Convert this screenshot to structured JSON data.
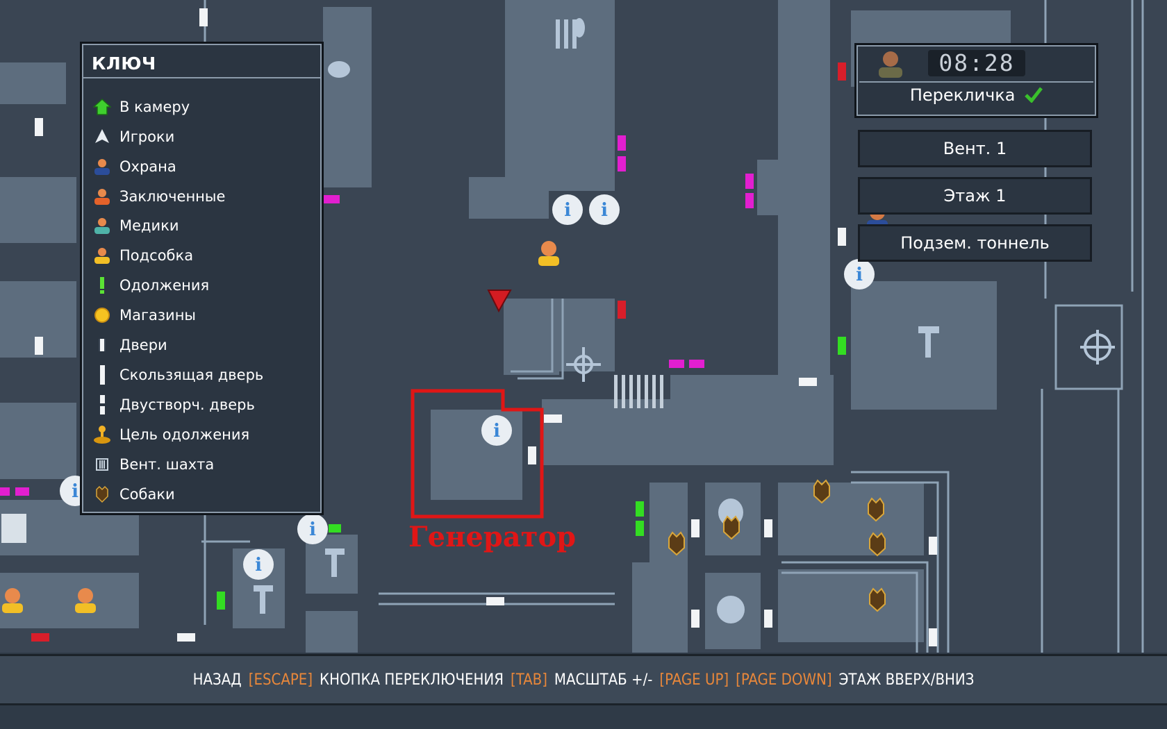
{
  "legend": {
    "title": "КЛЮЧ",
    "items": [
      {
        "label": "В камеру",
        "icon": "home-icon"
      },
      {
        "label": "Игроки",
        "icon": "player-arrow-icon"
      },
      {
        "label": "Охрана",
        "icon": "guard-icon"
      },
      {
        "label": "Заключенные",
        "icon": "inmate-icon"
      },
      {
        "label": "Медики",
        "icon": "medic-icon"
      },
      {
        "label": "Подсобка",
        "icon": "worker-icon"
      },
      {
        "label": "Одолжения",
        "icon": "favour-icon"
      },
      {
        "label": "Магазины",
        "icon": "shop-icon"
      },
      {
        "label": "Двери",
        "icon": "door-icon"
      },
      {
        "label": "Скользящая дверь",
        "icon": "sliding-door-icon"
      },
      {
        "label": "Двустворч. дверь",
        "icon": "double-door-icon"
      },
      {
        "label": "Цель одолжения",
        "icon": "favour-target-icon"
      },
      {
        "label": "Вент. шахта",
        "icon": "vent-icon"
      },
      {
        "label": "Собаки",
        "icon": "dog-icon"
      }
    ]
  },
  "status": {
    "time": "08:28",
    "routine": "Перекличка"
  },
  "layers": [
    "Вент. 1",
    "Этаж 1",
    "Подзем. тоннель"
  ],
  "map": {
    "annotation": "Генератор"
  },
  "controls": [
    {
      "text": "НАЗАД",
      "style": "w"
    },
    {
      "text": "[ESCAPE]",
      "style": "o"
    },
    {
      "text": "КНОПКА ПЕРЕКЛЮЧЕНИЯ",
      "style": "w"
    },
    {
      "text": "[TAB]",
      "style": "o"
    },
    {
      "text": "МАСШТАБ +/-",
      "style": "w"
    },
    {
      "text": "[PAGE UP]",
      "style": "o"
    },
    {
      "text": "[PAGE DOWN]",
      "style": "o"
    },
    {
      "text": "ЭТАЖ ВВЕРХ/ВНИЗ",
      "style": "w"
    }
  ],
  "colors": {
    "background": "#2f3a47",
    "floor": "#5f6f80",
    "wall": "#3b4654",
    "door_white": "#f2f4f6",
    "door_magenta": "#e21fd0",
    "door_green": "#33dd22",
    "door_red": "#d81e2a",
    "key_orange": "#e8873a",
    "annotation_red": "#e01616"
  }
}
